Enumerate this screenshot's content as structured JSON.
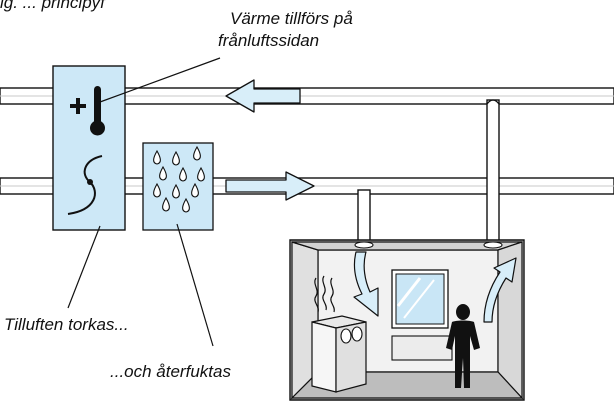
{
  "labels": {
    "heading_partial": "ig. ... principyf",
    "heat_added": "Värme tillförs på",
    "heat_added_line2": "frånluftssidan",
    "supply_dried": "Tilluften torkas...",
    "rehumidified": "...och återfuktas"
  },
  "colors": {
    "unit_fill": "#cde8f7",
    "arrow_fill": "#d8eef9",
    "duct_fill": "#ffffff",
    "stroke": "#111111",
    "room_wall": "#dcdcdc",
    "room_floor": "#c9c9c9",
    "window_glass": "#c9e6f6"
  },
  "icons": {
    "heater": "thermometer-plus-icon",
    "dryer": "rotor-s-icon",
    "humidifier": "water-drops-icon",
    "person": "person-icon",
    "dryer_appliance": "tumble-dryer-icon"
  }
}
